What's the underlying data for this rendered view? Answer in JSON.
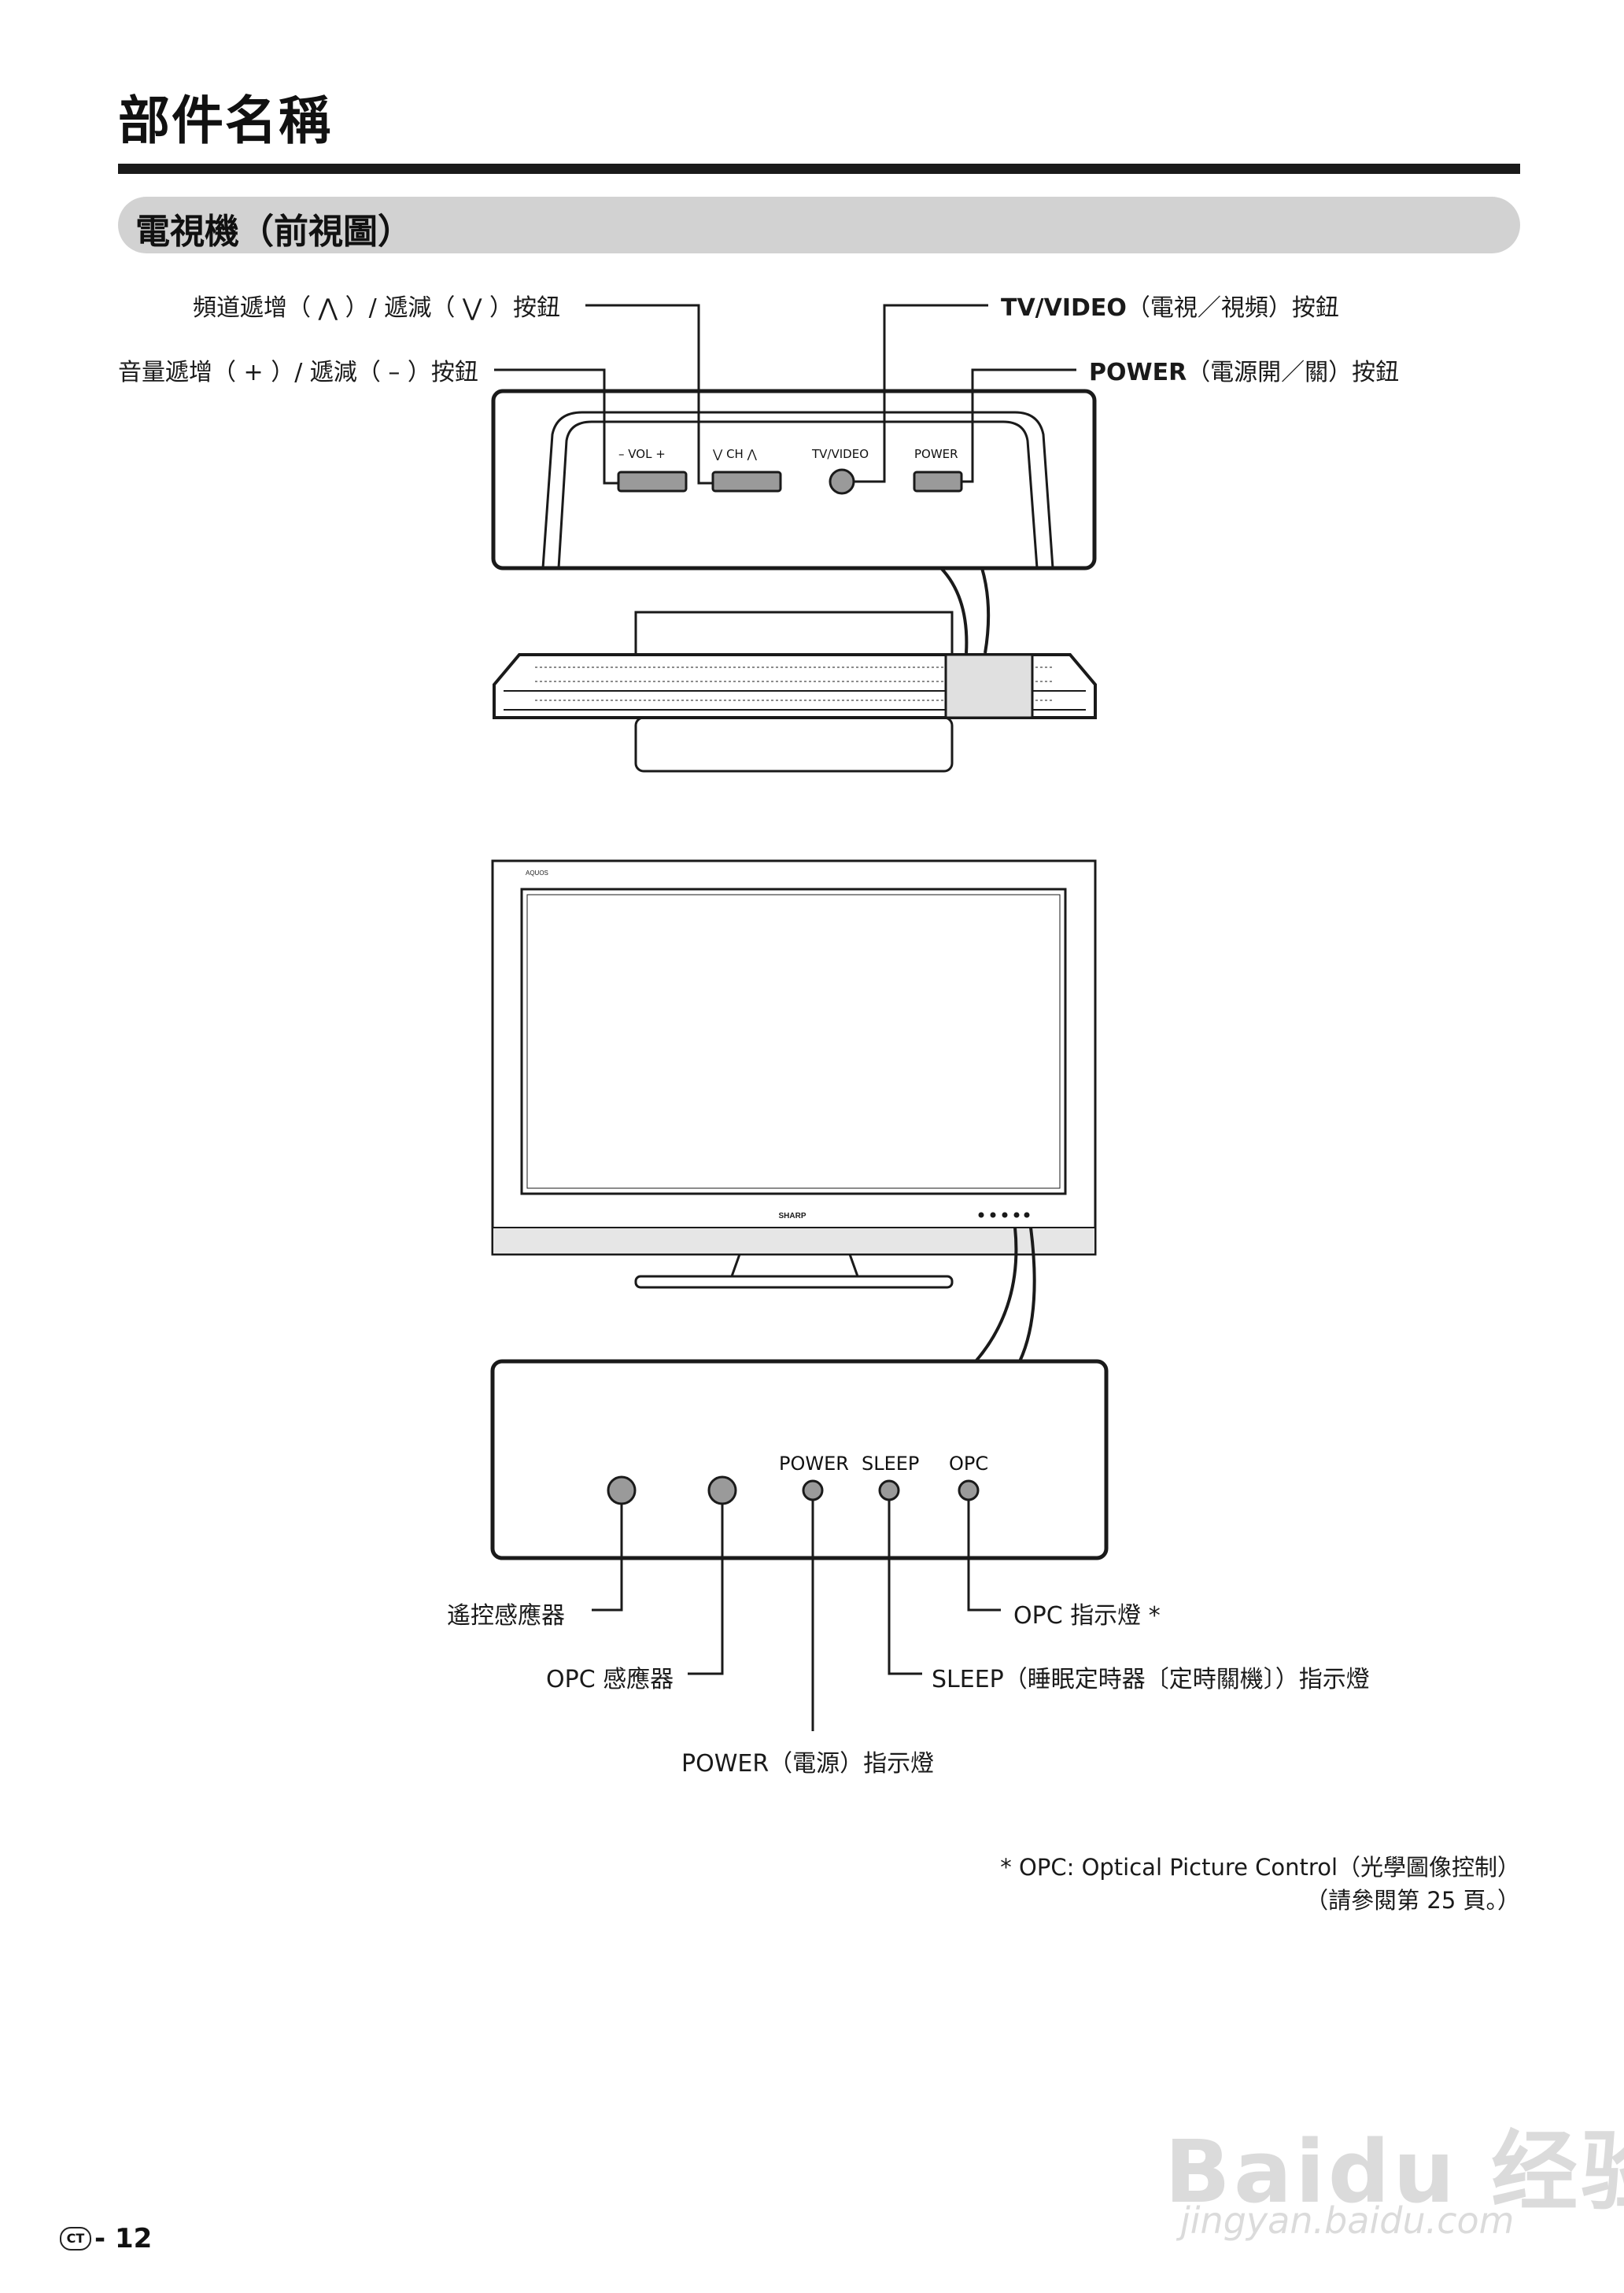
{
  "page_title": "部件名稱",
  "section_title": "電視機（前視圖）",
  "top_labels": {
    "channel": "頻道遞增（ ⋀ ）/ 遞減（ ⋁ ）按鈕",
    "volume": "音量遞增（ + ）/ 遞減（ – ）按鈕",
    "tvvideo_bold": "TV/VIDEO",
    "tvvideo_rest": "（電視／視頻）按鈕",
    "power_bold": "POWER",
    "power_rest": "（電源開／關）按鈕"
  },
  "panel_buttons": {
    "vol": "–  VOL  +",
    "ch": "⋁  CH  ⋀",
    "tvvideo": "TV/VIDEO",
    "power": "POWER"
  },
  "tv_text": {
    "brand": "SHARP",
    "model": "AQUOS"
  },
  "indicator_panel": {
    "power": "POWER",
    "sleep": "SLEEP",
    "opc": "OPC"
  },
  "bottom_labels": {
    "remote_sensor": "遙控感應器",
    "opc_sensor": "OPC 感應器",
    "power_indicator": "POWER（電源）指示燈",
    "opc_indicator": "OPC 指示燈 *",
    "sleep_indicator": "SLEEP（睡眠定時器〔定時關機〕）指示燈"
  },
  "footnote": {
    "line1": "* OPC: Optical Picture Control（光學圖像控制）",
    "line2": "（請參閱第 25 頁。）"
  },
  "footer": {
    "badge": "CT",
    "page_number": "- 12"
  },
  "watermark": {
    "line1": "Baidu 经验",
    "line2": "jingyan.baidu.com"
  }
}
